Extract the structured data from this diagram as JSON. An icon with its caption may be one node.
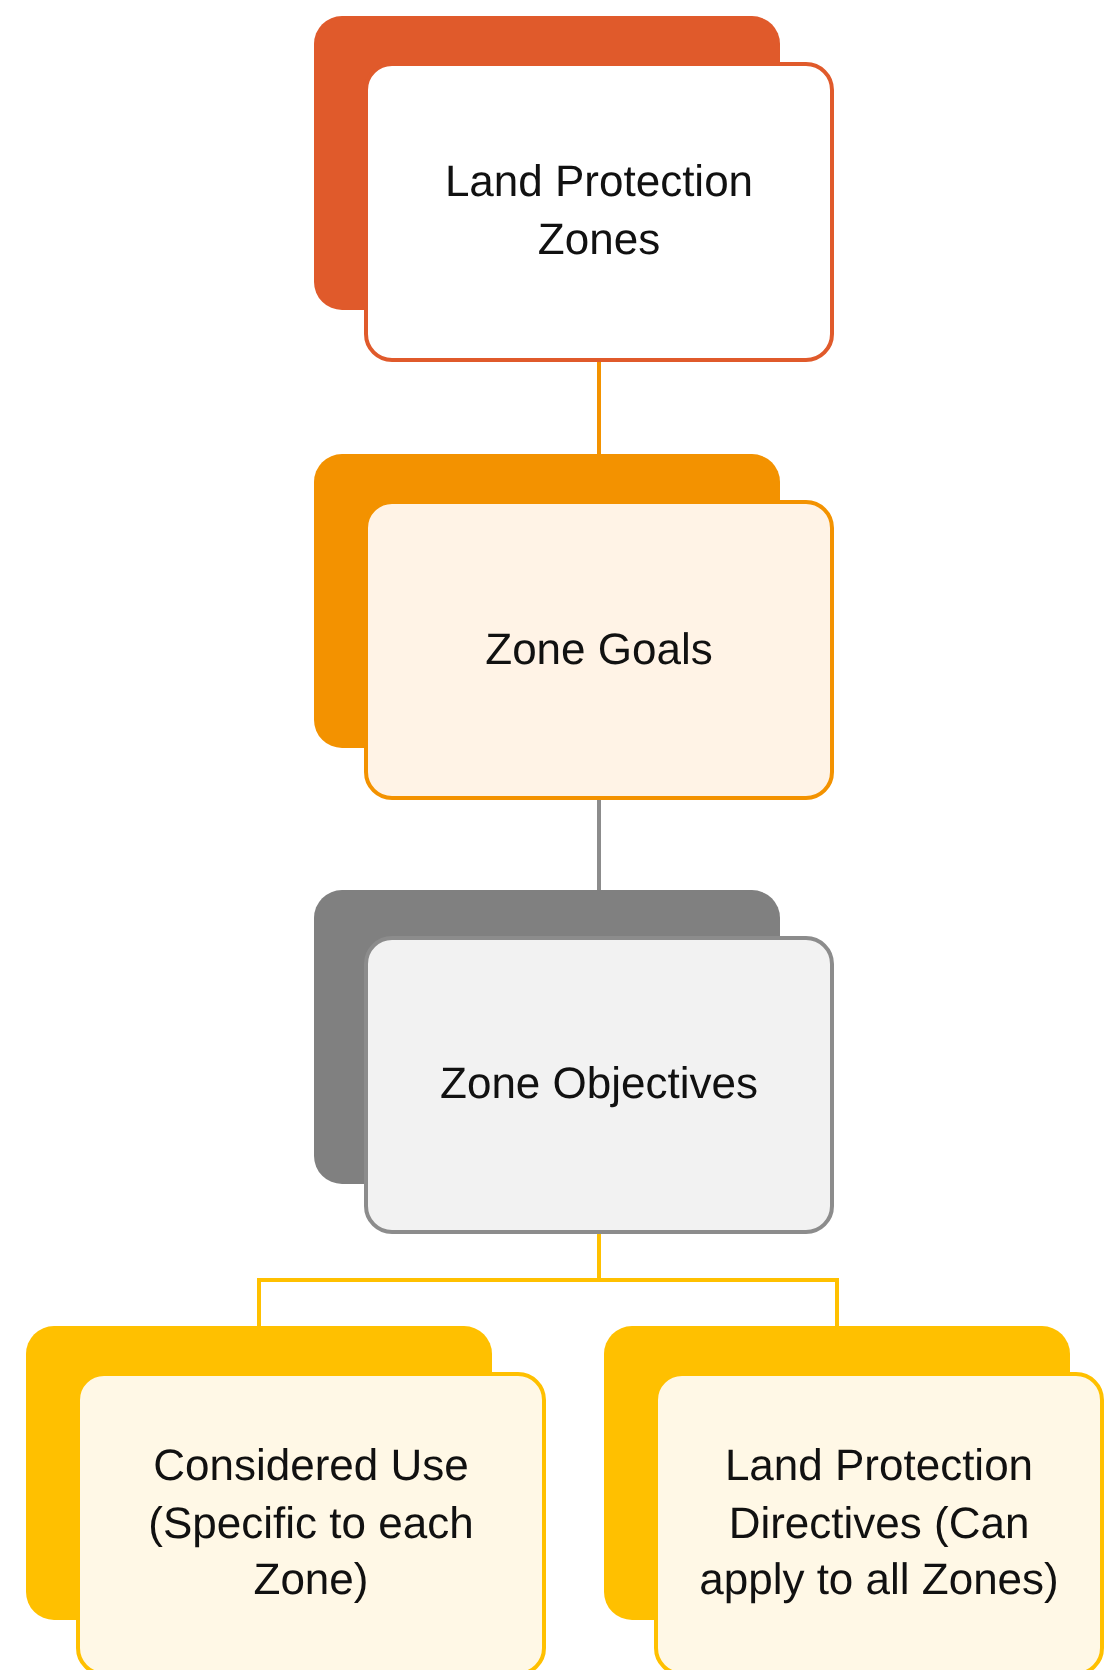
{
  "diagram": {
    "nodes": [
      {
        "text": [
          "Land Protection Zones"
        ]
      },
      {
        "text": [
          "Zone Goals"
        ]
      },
      {
        "text": [
          "Zone Objectives"
        ]
      },
      {
        "text": [
          "Considered Use (Specific to each Zone)"
        ]
      },
      {
        "text": [
          "Land Protection Directives (Can apply to all Zones)"
        ]
      }
    ],
    "edges": [
      {
        "from": 0,
        "to": 1,
        "arrow": "none",
        "color": "#f39200"
      },
      {
        "from": 1,
        "to": 2,
        "arrow": "none",
        "color": "#8c8c8c"
      },
      {
        "from": 2,
        "to": 3,
        "arrow": "none",
        "color": "#ffc000"
      },
      {
        "from": 2,
        "to": 4,
        "arrow": "none",
        "color": "#ffc000"
      }
    ]
  }
}
